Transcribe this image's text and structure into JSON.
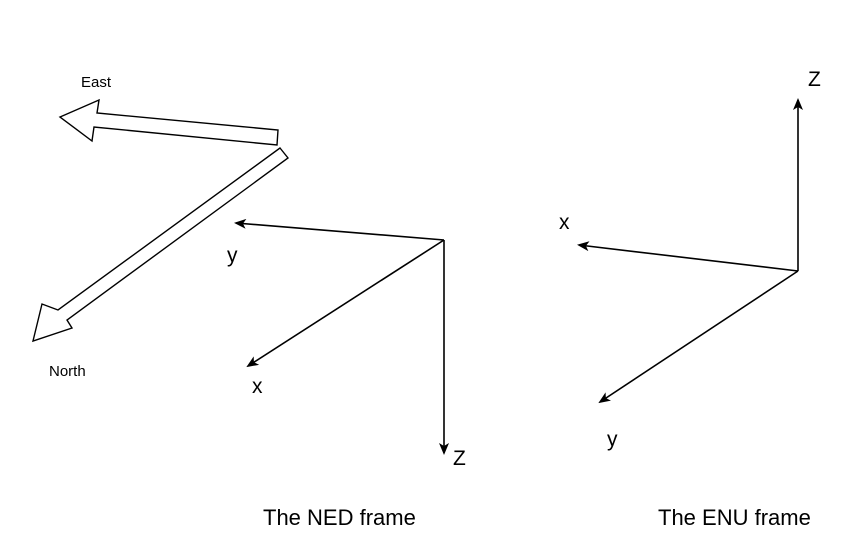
{
  "compass": {
    "east_label": "East",
    "north_label": "North"
  },
  "ned_frame": {
    "axis_y_label": "y",
    "axis_x_label": "x",
    "axis_z_label": "Z",
    "caption": "The NED frame"
  },
  "enu_frame": {
    "axis_x_label": "x",
    "axis_y_label": "y",
    "axis_z_label": "Z",
    "caption": "The ENU frame"
  },
  "colors": {
    "stroke": "#000000",
    "background": "#ffffff"
  }
}
